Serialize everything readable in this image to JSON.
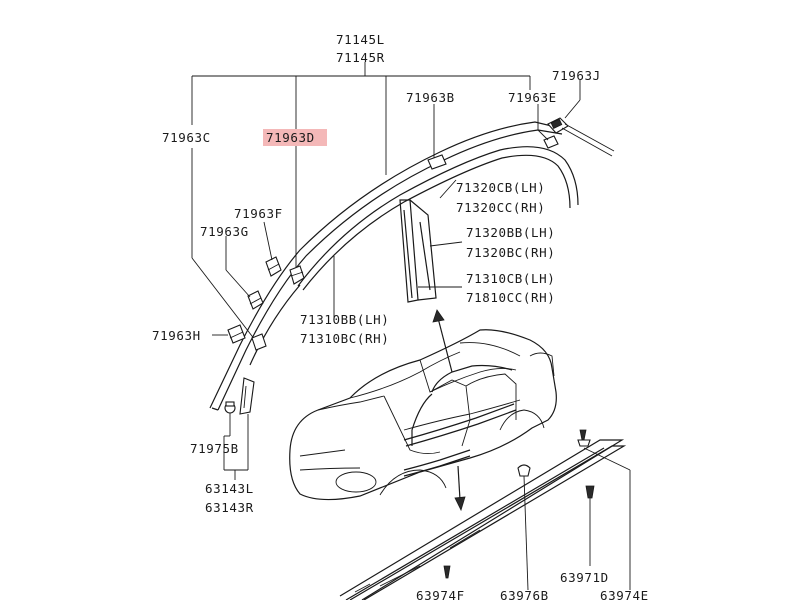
{
  "labels": {
    "l71145L": "71145L",
    "l71145R": "71145R",
    "l71963J": "71963J",
    "l71963B": "71963B",
    "l71963E": "71963E",
    "l71963C": "71963C",
    "l71963D": "71963D",
    "l71320CB": "71320CB(LH)",
    "l71320CC": "71320CC(RH)",
    "l71963F": "71963F",
    "l71963G": "71963G",
    "l71320BB": "71320BB(LH)",
    "l71320BC": "71320BC(RH)",
    "l71310CB": "71310CB(LH)",
    "l71310CC": "71810CC(RH)",
    "l71310BB": "71310BB(LH)",
    "l71310BC": "71310BC(RH)",
    "l71963H": "71963H",
    "l71975B": "71975B",
    "l63143L": "63143L",
    "l63143R": "63143R",
    "l63971D": "63971D",
    "l63974F": "63974F",
    "l63976B": "63976B",
    "l63974E": "63974E"
  },
  "highlight": {
    "part": "71963D",
    "color": "#f4b8b8"
  },
  "line_color": "#1a1a1a"
}
